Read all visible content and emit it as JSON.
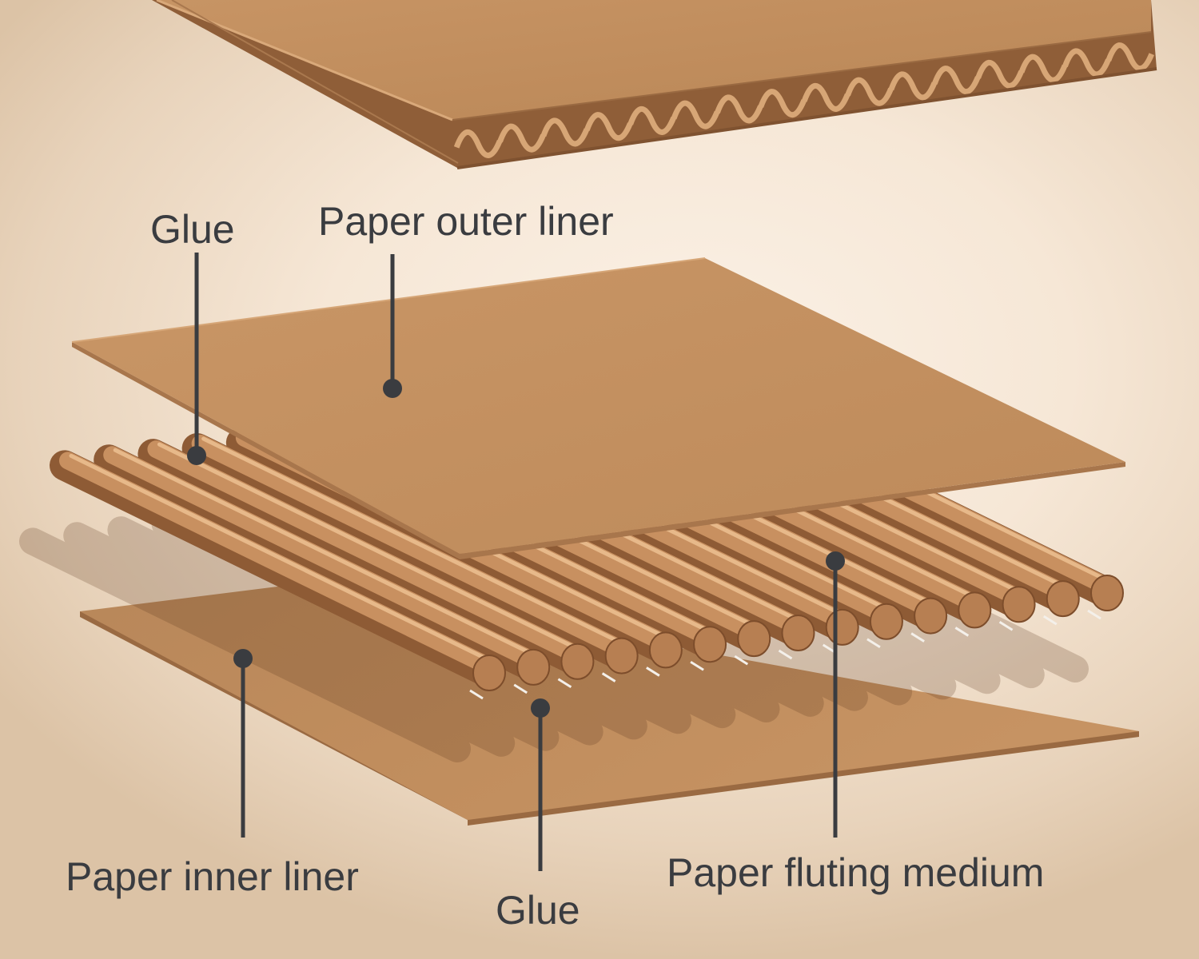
{
  "labels": {
    "glue_top": "Glue",
    "outer_liner": "Paper outer liner",
    "inner_liner": "Paper inner liner",
    "glue_bottom": "Glue",
    "fluting_medium": "Paper fluting medium"
  },
  "colors": {
    "kraft": "#c28e5e",
    "kraft_dark": "#9c6840",
    "kraft_light": "#dcab7c",
    "glue": "#f4f0ea",
    "leader": "#3a3c40"
  }
}
